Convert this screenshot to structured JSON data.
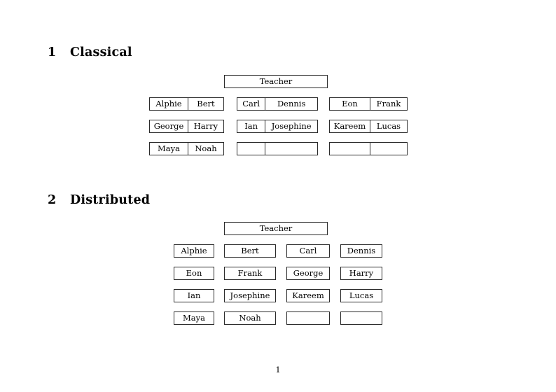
{
  "document": {
    "page_number": "1",
    "ink_color": "#000000",
    "border_color": "#2b2b2b",
    "background_color": "#ffffff"
  },
  "sections": [
    {
      "number": "1",
      "title": "Classical",
      "root": {
        "label": "Teacher"
      },
      "groups": [
        {
          "rows": [
            {
              "left": "Alphie",
              "right": "Bert"
            },
            {
              "left": "George",
              "right": "Harry"
            },
            {
              "left": "Maya",
              "right": "Noah"
            }
          ]
        },
        {
          "rows": [
            {
              "left": "Carl",
              "right": "Dennis"
            },
            {
              "left": "Ian",
              "right": "Josephine"
            },
            {
              "left": "",
              "right": ""
            }
          ]
        },
        {
          "rows": [
            {
              "left": "Eon",
              "right": "Frank"
            },
            {
              "left": "Kareem",
              "right": "Lucas"
            },
            {
              "left": "",
              "right": ""
            }
          ]
        }
      ]
    },
    {
      "number": "2",
      "title": "Distributed",
      "root": {
        "label": "Teacher"
      },
      "rows": [
        [
          "Alphie",
          "Bert",
          "Carl",
          "Dennis"
        ],
        [
          "Eon",
          "Frank",
          "George",
          "Harry"
        ],
        [
          "Ian",
          "Josephine",
          "Kareem",
          "Lucas"
        ],
        [
          "Maya",
          "Noah",
          "",
          ""
        ]
      ]
    }
  ]
}
